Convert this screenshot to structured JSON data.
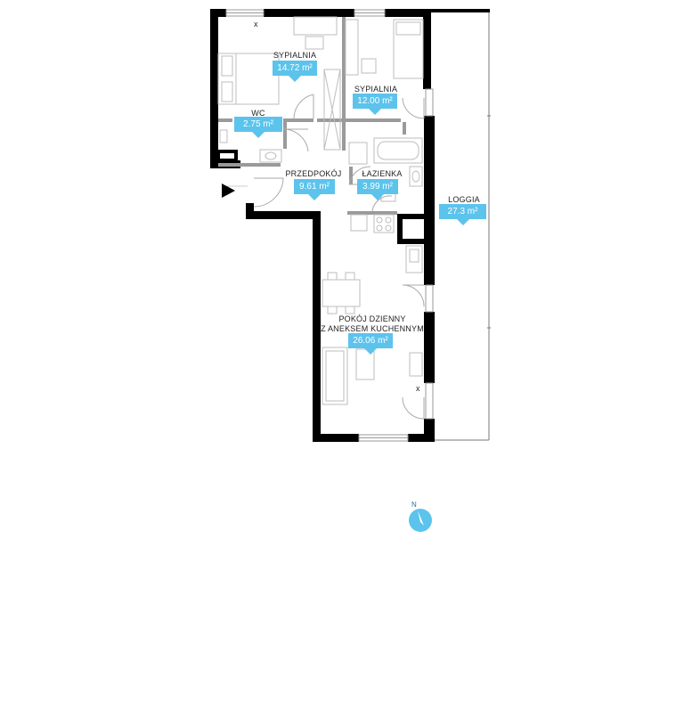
{
  "rooms": {
    "bedroom1": {
      "name": "SYPIALNIA",
      "area": "14.72 m²"
    },
    "bedroom2": {
      "name": "SYPIALNIA",
      "area": "12.00 m²"
    },
    "wc": {
      "name": "WC",
      "area": "2.75 m²"
    },
    "hallway": {
      "name": "PRZEDPOKÓJ",
      "area": "9.61 m²"
    },
    "bathroom": {
      "name": "ŁAZIENKA",
      "area": "3.99 m²"
    },
    "loggia": {
      "name": "LOGGIA",
      "area": "27.3 m²"
    },
    "living": {
      "name_line1": "POKÓJ DZIENNY",
      "name_line2": "Z ANEKSEM KUCHENNYM",
      "area": "26.06 m²"
    }
  },
  "marks": {
    "x_top": "x",
    "x_right": "x"
  },
  "compass": {
    "label": "N"
  },
  "colors": {
    "accent": "#5cc3ec",
    "wall": "#000000",
    "furniture": "#bdbdbd"
  }
}
